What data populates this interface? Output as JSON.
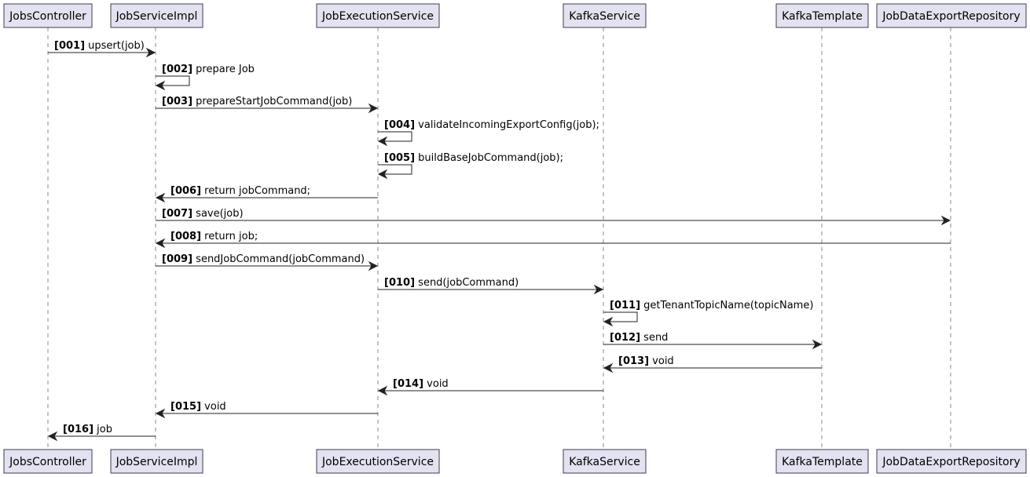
{
  "participants": [
    {
      "id": "JobsController",
      "label": "JobsController"
    },
    {
      "id": "JobServiceImpl",
      "label": "JobServiceImpl"
    },
    {
      "id": "JobExecutionService",
      "label": "JobExecutionService"
    },
    {
      "id": "KafkaService",
      "label": "KafkaService"
    },
    {
      "id": "KafkaTemplate",
      "label": "KafkaTemplate"
    },
    {
      "id": "JobDataExportRepository",
      "label": "JobDataExportRepository"
    }
  ],
  "messages": [
    {
      "num": "[001]",
      "text": "upsert(job)",
      "from": "JobsController",
      "to": "JobServiceImpl"
    },
    {
      "num": "[002]",
      "text": "prepare Job",
      "from": "JobServiceImpl",
      "to": "JobServiceImpl"
    },
    {
      "num": "[003]",
      "text": "prepareStartJobCommand(job)",
      "from": "JobServiceImpl",
      "to": "JobExecutionService"
    },
    {
      "num": "[004]",
      "text": "validateIncomingExportConfig(job);",
      "from": "JobExecutionService",
      "to": "JobExecutionService"
    },
    {
      "num": "[005]",
      "text": "buildBaseJobCommand(job);",
      "from": "JobExecutionService",
      "to": "JobExecutionService"
    },
    {
      "num": "[006]",
      "text": "return jobCommand;",
      "from": "JobExecutionService",
      "to": "JobServiceImpl"
    },
    {
      "num": "[007]",
      "text": "save(job)",
      "from": "JobServiceImpl",
      "to": "JobDataExportRepository"
    },
    {
      "num": "[008]",
      "text": "return job;",
      "from": "JobDataExportRepository",
      "to": "JobServiceImpl"
    },
    {
      "num": "[009]",
      "text": "sendJobCommand(jobCommand)",
      "from": "JobServiceImpl",
      "to": "JobExecutionService"
    },
    {
      "num": "[010]",
      "text": "send(jobCommand)",
      "from": "JobExecutionService",
      "to": "KafkaService"
    },
    {
      "num": "[011]",
      "text": "getTenantTopicName(topicName)",
      "from": "KafkaService",
      "to": "KafkaService"
    },
    {
      "num": "[012]",
      "text": "send",
      "from": "KafkaService",
      "to": "KafkaTemplate"
    },
    {
      "num": "[013]",
      "text": "void",
      "from": "KafkaTemplate",
      "to": "KafkaService"
    },
    {
      "num": "[014]",
      "text": "void",
      "from": "KafkaService",
      "to": "JobExecutionService"
    },
    {
      "num": "[015]",
      "text": "void",
      "from": "JobExecutionService",
      "to": "JobServiceImpl"
    },
    {
      "num": "[016]",
      "text": "job",
      "from": "JobServiceImpl",
      "to": "JobsController"
    }
  ]
}
